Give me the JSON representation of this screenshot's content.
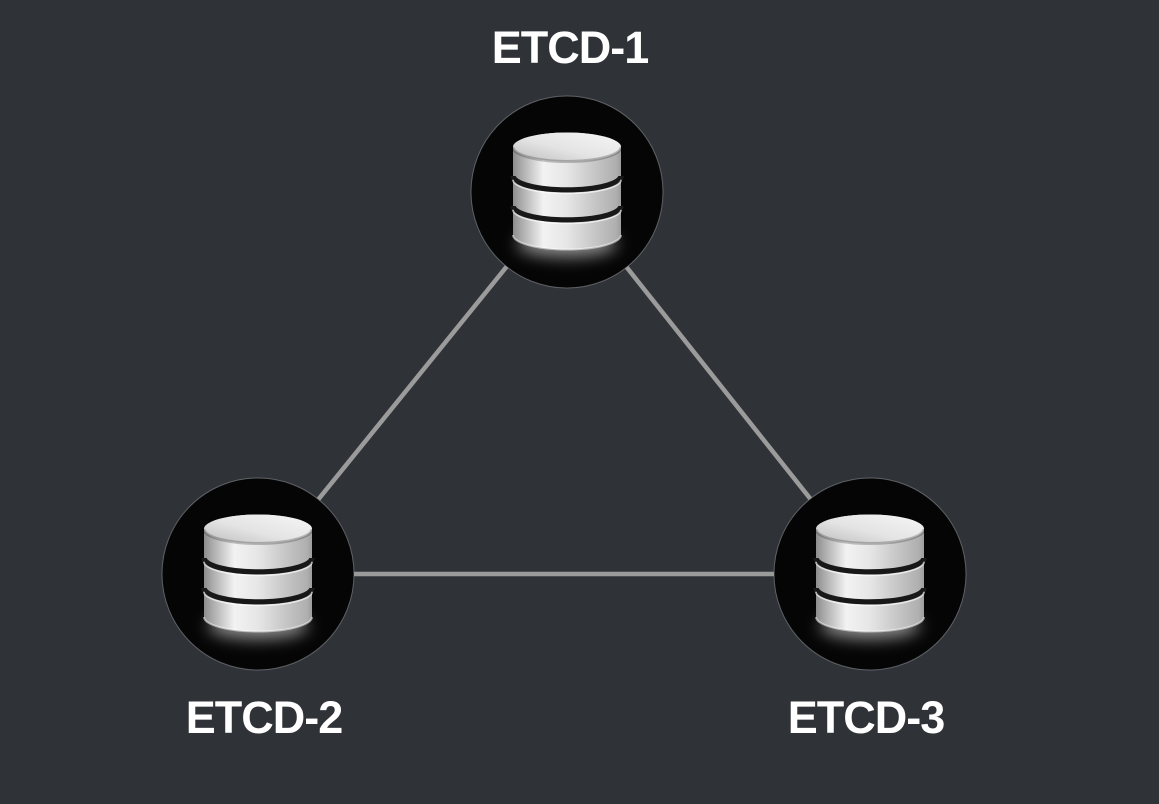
{
  "page": {
    "background_color": "#2f3338"
  },
  "diagram": {
    "type": "cluster-topology",
    "nodes": [
      {
        "id": "etcd-1",
        "label": "ETCD-1",
        "icon": "database-icon"
      },
      {
        "id": "etcd-2",
        "label": "ETCD-2",
        "icon": "database-icon"
      },
      {
        "id": "etcd-3",
        "label": "ETCD-3",
        "icon": "database-icon"
      }
    ],
    "edges": [
      {
        "from": "etcd-1",
        "to": "etcd-2"
      },
      {
        "from": "etcd-1",
        "to": "etcd-3"
      },
      {
        "from": "etcd-2",
        "to": "etcd-3"
      }
    ],
    "colors": {
      "background": "#2f3338",
      "edge": "#9b9b9b",
      "node_circle": "#050505",
      "node_rim": "#8a9095",
      "label_text": "#ffffff",
      "cylinder_highlight": "#f2f2f2",
      "cylinder_mid": "#d6d6d6",
      "cylinder_shadow": "#8f8f8f",
      "cylinder_gap": "#181818"
    }
  }
}
